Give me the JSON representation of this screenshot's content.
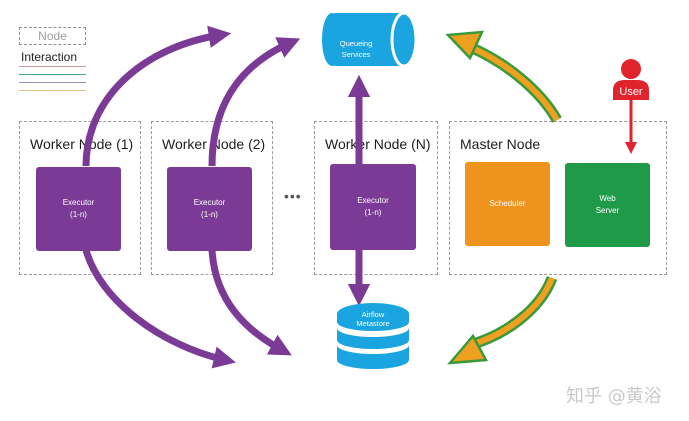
{
  "legend": {
    "node_label": "Node",
    "interaction_label": "Interaction",
    "line_colors": [
      "#c79a9a",
      "#4aa58a",
      "#9b8fb8",
      "#e0c080"
    ]
  },
  "queue": {
    "line1": "Queueing",
    "line2": "Services",
    "color": "#1aa4e0"
  },
  "metastore": {
    "line1": "Airflow",
    "line2": "Metastore",
    "color": "#1aa4e0"
  },
  "workers": [
    {
      "title": "Worker Node (1)",
      "executor_line1": "Executor",
      "executor_line2": "(1-n)"
    },
    {
      "title": "Worker Node (2)",
      "executor_line1": "Executor",
      "executor_line2": "(1-n)"
    },
    {
      "title": "Worker Node (N)",
      "executor_line1": "Executor",
      "executor_line2": "(1-n)"
    }
  ],
  "ellipsis": "•••",
  "master": {
    "title": "Master Node",
    "scheduler": "Scheduler",
    "web_line1": "Web",
    "web_line2": "Server"
  },
  "user": {
    "label": "User",
    "color": "#e0232c"
  },
  "colors": {
    "executor": "#7b3a96",
    "scheduler": "#f0921e",
    "webserver": "#1e9a49",
    "arrow_purple": "#7b3a96",
    "arrow_orange": "#f0a020",
    "arrow_outline_green": "#3a9a3a"
  },
  "watermark": "知乎 @黄浴"
}
